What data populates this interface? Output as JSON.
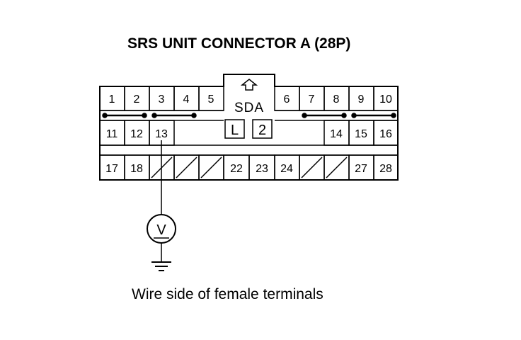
{
  "title": "SRS UNIT CONNECTOR A (28P)",
  "caption": "Wire side of female terminals",
  "connector": {
    "housing_label": "SDA",
    "code_boxes": [
      "L",
      "2"
    ],
    "arrow_icon": "up-arrow-icon",
    "pins": [
      "1",
      "2",
      "3",
      "4",
      "5",
      "6",
      "7",
      "8",
      "9",
      "10",
      "11",
      "12",
      "13",
      "14",
      "15",
      "16",
      "17",
      "18",
      "22",
      "23",
      "24",
      "27",
      "28"
    ]
  },
  "meter": {
    "symbol": "V",
    "icon": "voltmeter-icon",
    "ground_icon": "ground-icon"
  }
}
